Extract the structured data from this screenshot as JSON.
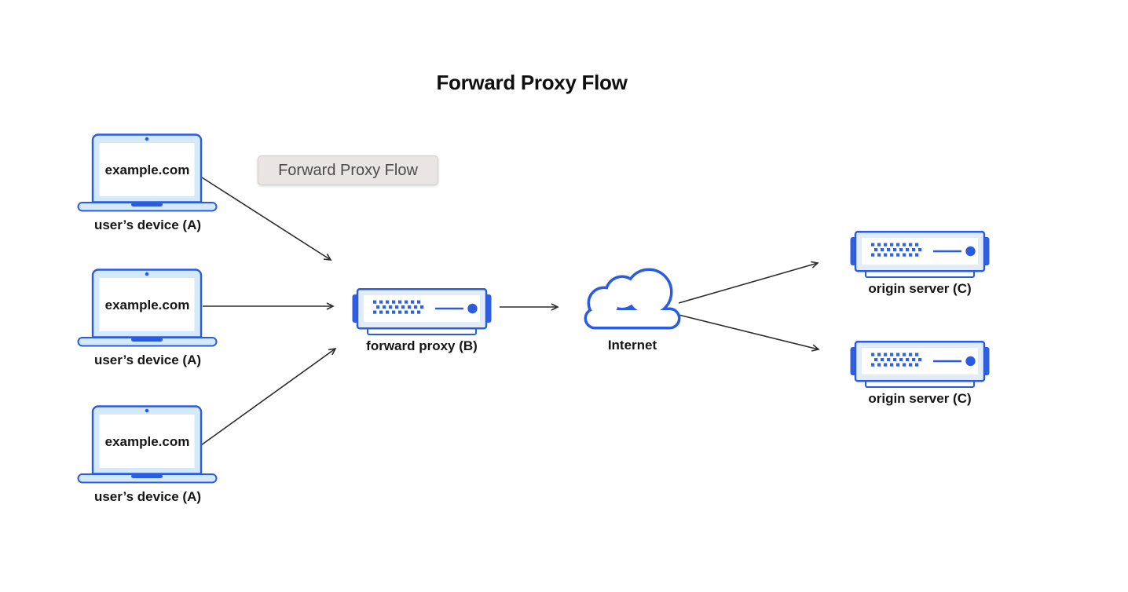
{
  "title": "Forward Proxy Flow",
  "tooltip": {
    "text": "Forward Proxy Flow"
  },
  "nodes": {
    "devices": [
      {
        "screen_text": "example.com",
        "label": "user’s device (A)"
      },
      {
        "screen_text": "example.com",
        "label": "user’s device (A)"
      },
      {
        "screen_text": "example.com",
        "label": "user’s device (A)"
      }
    ],
    "proxy": {
      "label": "forward proxy (B)"
    },
    "internet": {
      "label": "Internet"
    },
    "origin_servers": [
      {
        "label": "origin server (C)"
      },
      {
        "label": "origin server (C)"
      }
    ]
  },
  "edges": [
    {
      "from": "user’s device (A) #1",
      "to": "forward proxy (B)"
    },
    {
      "from": "user’s device (A) #2",
      "to": "forward proxy (B)"
    },
    {
      "from": "user’s device (A) #3",
      "to": "forward proxy (B)"
    },
    {
      "from": "forward proxy (B)",
      "to": "Internet"
    },
    {
      "from": "Internet",
      "to": "origin server (C) #1"
    },
    {
      "from": "Internet",
      "to": "origin server (C) #2"
    }
  ],
  "colors": {
    "diagram_blue": "#2a5ce0",
    "laptop_fill": "#d4eafb",
    "server_fill": "#e2ecf7",
    "dot_blue": "#2f63e2",
    "arrow": "#2b2b2b",
    "tooltip_bg": "#e9e5e4",
    "tooltip_text": "#4b4b4b",
    "text": "#161616"
  }
}
